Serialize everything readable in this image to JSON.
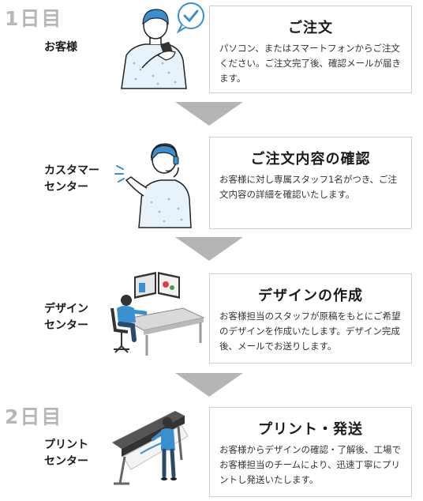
{
  "days": [
    "1日目",
    "2日目"
  ],
  "steps": [
    {
      "who": "お客様",
      "title": "ご注文",
      "desc": "パソコン、またはスマートフォンからご注文ください。ご注文完了後、確認メールが届きます。"
    },
    {
      "who": "カスタマー\nセンター",
      "title": "ご注文内容の確認",
      "desc": "お客様に対し専属スタッフ1名がつき、ご注文内容の詳細を確認いたします。"
    },
    {
      "who": "デザイン\nセンター",
      "title": "デザインの作成",
      "desc": "お客様担当のスタッフが原稿をもとにご希望のデザインを作成いたします。デザイン完成後、メールでお送りします。"
    },
    {
      "who": "プリント\nセンター",
      "title": "プリント・発送",
      "desc": "お客様からデザインの確認・了解後、工場でお客様担当のチームにより、迅速丁寧にプリントし発送いたします。"
    }
  ],
  "colors": {
    "accent": "#3a8fd0",
    "arrow": "#b5b5b5",
    "day": "#b7b7b7"
  }
}
